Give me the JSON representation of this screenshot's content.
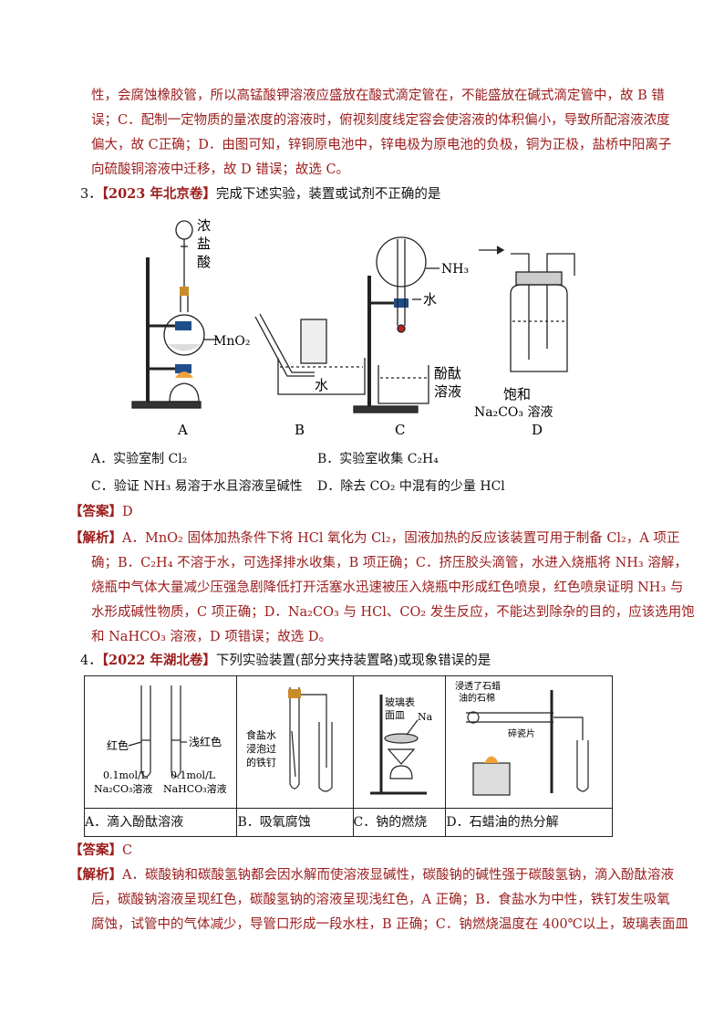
{
  "prev_analysis": {
    "line1": "性，会腐蚀橡胶管，所以高锰酸钾溶液应盛放在酸式滴定管在，不能盛放在碱式滴定管中，故 B 错",
    "line2": "误；C．配制一定物质的量浓度的溶液时，俯视刻度线定容会使溶液的体积偏小，导致所配溶液浓度",
    "line3": "偏大，故 C正确；D．由图可知，锌铜原电池中，锌电极为原电池的负极，铜为正极，盐桥中阳离子",
    "line4": "向硫酸铜溶液中迁移，故 D 错误；故选 C。"
  },
  "q3": {
    "number": "3．",
    "source": "【2023 年北京卷】",
    "stem": "完成下述实验，装置或试剂不正确的是",
    "fig": {
      "a_reagent_1": "浓",
      "a_reagent_2": "盐",
      "a_reagent_3": "酸",
      "a_mno2": "MnO₂",
      "b_water": "水",
      "c_nh3": "NH₃",
      "c_water": "水",
      "c_phenol_1": "酚酞",
      "c_phenol_2": "溶液",
      "d_sat_1": "饱和",
      "d_sat_2": "Na₂CO₃ 溶液",
      "label_a": "A",
      "label_b": "B",
      "label_c": "C",
      "label_d": "D"
    },
    "options": {
      "a": "A．实验室制 Cl₂",
      "b": "B．实验室收集 C₂H₄",
      "c": "C．验证 NH₃ 易溶于水且溶液呈碱性",
      "d": "D．除去 CO₂ 中混有的少量 HCl"
    },
    "answer_label": "【答案】",
    "answer": "D",
    "analysis_label": "【解析】",
    "analysis": [
      "A．MnO₂ 固体加热条件下将 HCl 氧化为 Cl₂，固液加热的反应该装置可用于制备 Cl₂，A 项正",
      "确；B．C₂H₄ 不溶于水，可选择排水收集，B 项正确；C．挤压胶头滴管，水进入烧瓶将 NH₃ 溶解，",
      "烧瓶中气体大量减少压强急剧降低打开活塞水迅速被压入烧瓶中形成红色喷泉，红色喷泉证明 NH₃ 与",
      "水形成碱性物质，C 项正确；D．Na₂CO₃ 与 HCl、CO₂ 发生反应，不能达到除杂的目的，应该选用饱",
      "和 NaHCO₃ 溶液，D 项错误；故选 D。"
    ]
  },
  "q4": {
    "number": "4．",
    "source": "【2022 年湖北卷】",
    "stem": "下列实验装置(部分夹持装置略)或现象错误的是",
    "fig": {
      "a_red": "红色",
      "a_light_red": "浅红色",
      "a_conc1": "0.1mol/L",
      "a_sol1": "Na₂CO₃溶液",
      "a_conc2": "0.1mol/L",
      "a_sol2": "NaHCO₃溶液",
      "b_1": "食盐水",
      "b_2": "浸泡过",
      "b_3": "的铁钉",
      "c_1": "玻璃表",
      "c_2": "面皿",
      "c_na": "Na",
      "d_1": "浸透了石蜡",
      "d_2": "油的石棉",
      "d_3": "碎瓷片"
    },
    "captions": {
      "a": "A．滴入酚酞溶液",
      "b": "B．吸氧腐蚀",
      "c": "C．钠的燃烧",
      "d": "D．石蜡油的热分解"
    },
    "answer_label": "【答案】",
    "answer": "C",
    "analysis_label": "【解析】",
    "analysis": [
      "A．碳酸钠和碳酸氢钠都会因水解而使溶液显碱性，碳酸钠的碱性强于碳酸氢钠，滴入酚酞溶液",
      "后，碳酸钠溶液呈现红色，碳酸氢钠的溶液呈现浅红色，A 正确；B．食盐水为中性，铁钉发生吸氧",
      "腐蚀，试管中的气体减少，导管口形成一段水柱，B 正确；C．钠燃烧温度在 400℃以上，玻璃表面皿"
    ]
  }
}
